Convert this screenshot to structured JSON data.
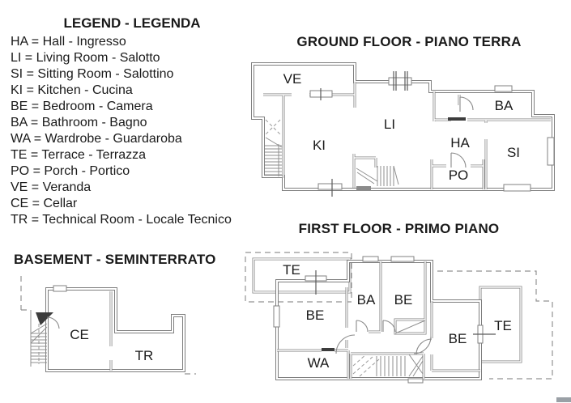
{
  "legend": {
    "title": "LEGEND - LEGENDA",
    "items": [
      "HA = Hall - Ingresso",
      "LI = Living Room - Salotto",
      "SI = Sitting Room - Salottino",
      "KI = Kitchen - Cucina",
      "BE = Bedroom - Camera",
      "BA = Bathroom - Bagno",
      "WA = Wardrobe - Guardaroba",
      "TE = Terrace - Terrazza",
      "PO = Porch - Portico",
      "VE = Veranda",
      "CE = Cellar",
      "TR = Technical Room - Locale Tecnico"
    ]
  },
  "ground_floor": {
    "title": "GROUND FLOOR - PIANO TERRA",
    "room_labels": [
      "VE",
      "KI",
      "LI",
      "HA",
      "PO",
      "BA",
      "SI"
    ]
  },
  "first_floor": {
    "title": "FIRST FLOOR - PRIMO PIANO",
    "room_labels": [
      "TE",
      "BE",
      "BA",
      "BE",
      "BE",
      "TE",
      "WA"
    ]
  },
  "basement": {
    "title": "BASEMENT - SEMINTERRATO",
    "room_labels": [
      "CE",
      "TR"
    ]
  },
  "colors": {
    "wall": "#7f7f7f",
    "text": "#1a1a1a",
    "dashed_boundary": "#929292"
  }
}
